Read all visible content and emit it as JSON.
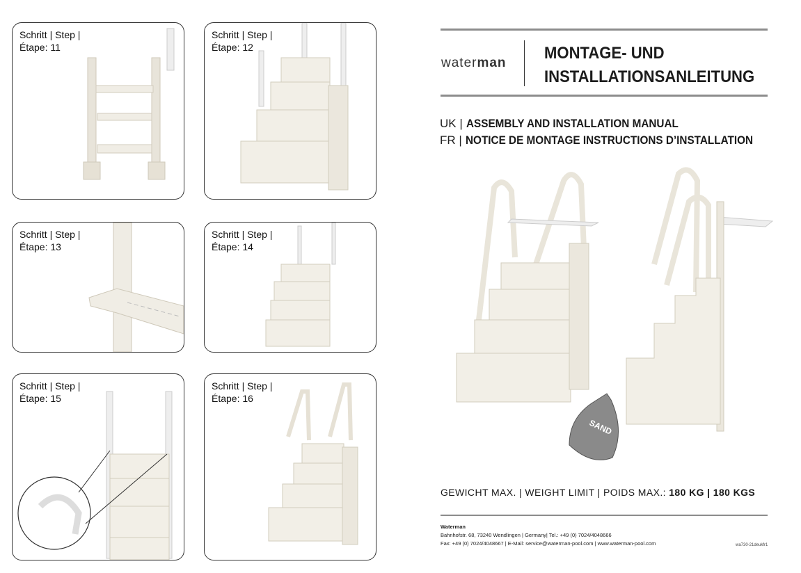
{
  "steps": [
    {
      "label": "Schritt | Step |",
      "label2": "Étape: 11"
    },
    {
      "label": "Schritt | Step |",
      "label2": "Étape: 12"
    },
    {
      "label": "Schritt | Step |",
      "label2": "Étape: 13"
    },
    {
      "label": "Schritt | Step |",
      "label2": "Étape: 14"
    },
    {
      "label": "Schritt | Step |",
      "label2": "Étape: 15"
    },
    {
      "label": "Schritt | Step |",
      "label2": "Étape: 16"
    }
  ],
  "brand": {
    "light": "water",
    "bold": "man"
  },
  "title": {
    "line1": "MONTAGE- UND",
    "line2": "INSTALLATIONSANLEITUNG"
  },
  "languages": [
    {
      "code": "UK |",
      "text": "ASSEMBLY AND INSTALLATION MANUAL"
    },
    {
      "code": "FR |",
      "text": "NOTICE DE MONTAGE INSTRUCTIONS D’INSTALLATION"
    }
  ],
  "sand_label": "SAND",
  "weight": {
    "prefix": "GEWICHT MAX. | WEIGHT LIMIT | POIDS MAX.:",
    "value": "180 KG | 180 KGS"
  },
  "footer": {
    "company": "Waterman",
    "address": "Bahnhofstr. 68, 73240 Wendlingen | Germany| Tel.: +49 (0) 7024/4048666",
    "contact": "Fax: +49 (0) 7024/4048667 | E-Mail: service@waterman-pool.com | www.waterman-pool.com"
  },
  "doc_ref": "wa730-21deukfr1",
  "colors": {
    "ladder": "#f2efe7",
    "ladder_shadow": "#d9d4c6",
    "rule": "#8c8c8c",
    "sand_bag": "#8a8a8a"
  }
}
